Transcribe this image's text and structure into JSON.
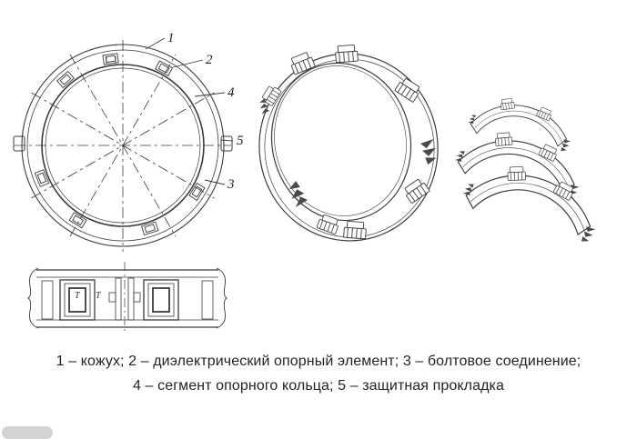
{
  "colors": {
    "line": "#3b3b3b",
    "text": "#242424",
    "background": "#ffffff"
  },
  "callouts": {
    "n1": "1",
    "n2": "2",
    "n3": "3",
    "n4": "4",
    "n5": "5"
  },
  "section_view": {
    "label_t1": "Т",
    "label_t2": "Т"
  },
  "caption": {
    "line1": "1 – кожух; 2 – диэлектрический опорный элемент; 3 – болтовое соединение;",
    "line2": "4 – сегмент опорного кольца; 5 – защитная прокладка"
  }
}
